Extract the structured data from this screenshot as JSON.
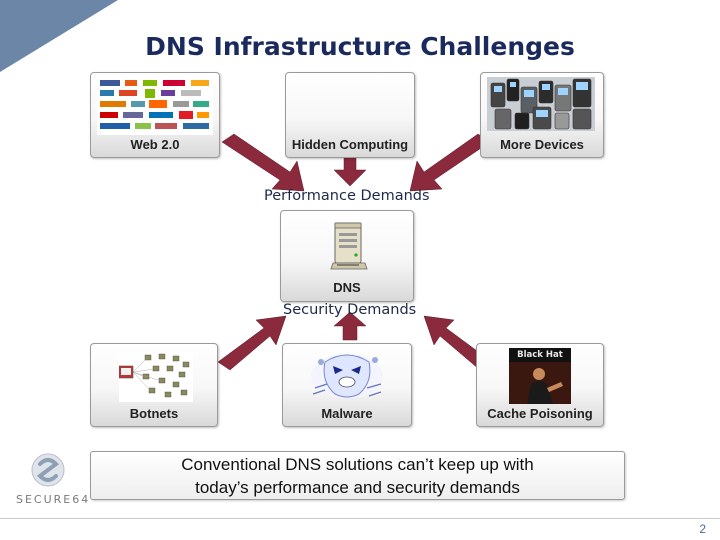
{
  "slide": {
    "title": "DNS Infrastructure Challenges",
    "page_number": "2"
  },
  "top_row": [
    {
      "caption": "Web 2.0"
    },
    {
      "caption": "Hidden Computing"
    },
    {
      "caption": "More Devices"
    }
  ],
  "center": {
    "performance_label": "Performance Demands",
    "dns_caption": "DNS",
    "security_label": "Security Demands"
  },
  "bottom_row": [
    {
      "caption": "Botnets"
    },
    {
      "caption": "Malware"
    },
    {
      "caption": "Cache Poisoning",
      "image_text": "Black Hat"
    }
  ],
  "conclusion": {
    "line1": "Conventional DNS solutions can’t keep up with",
    "line2": "today’s performance and security demands"
  },
  "logo": {
    "text": "SECURE64"
  },
  "colors": {
    "title": "#1b2a5c",
    "arrow": "#8a2a3c",
    "corner_accent": "#6c86a8"
  }
}
